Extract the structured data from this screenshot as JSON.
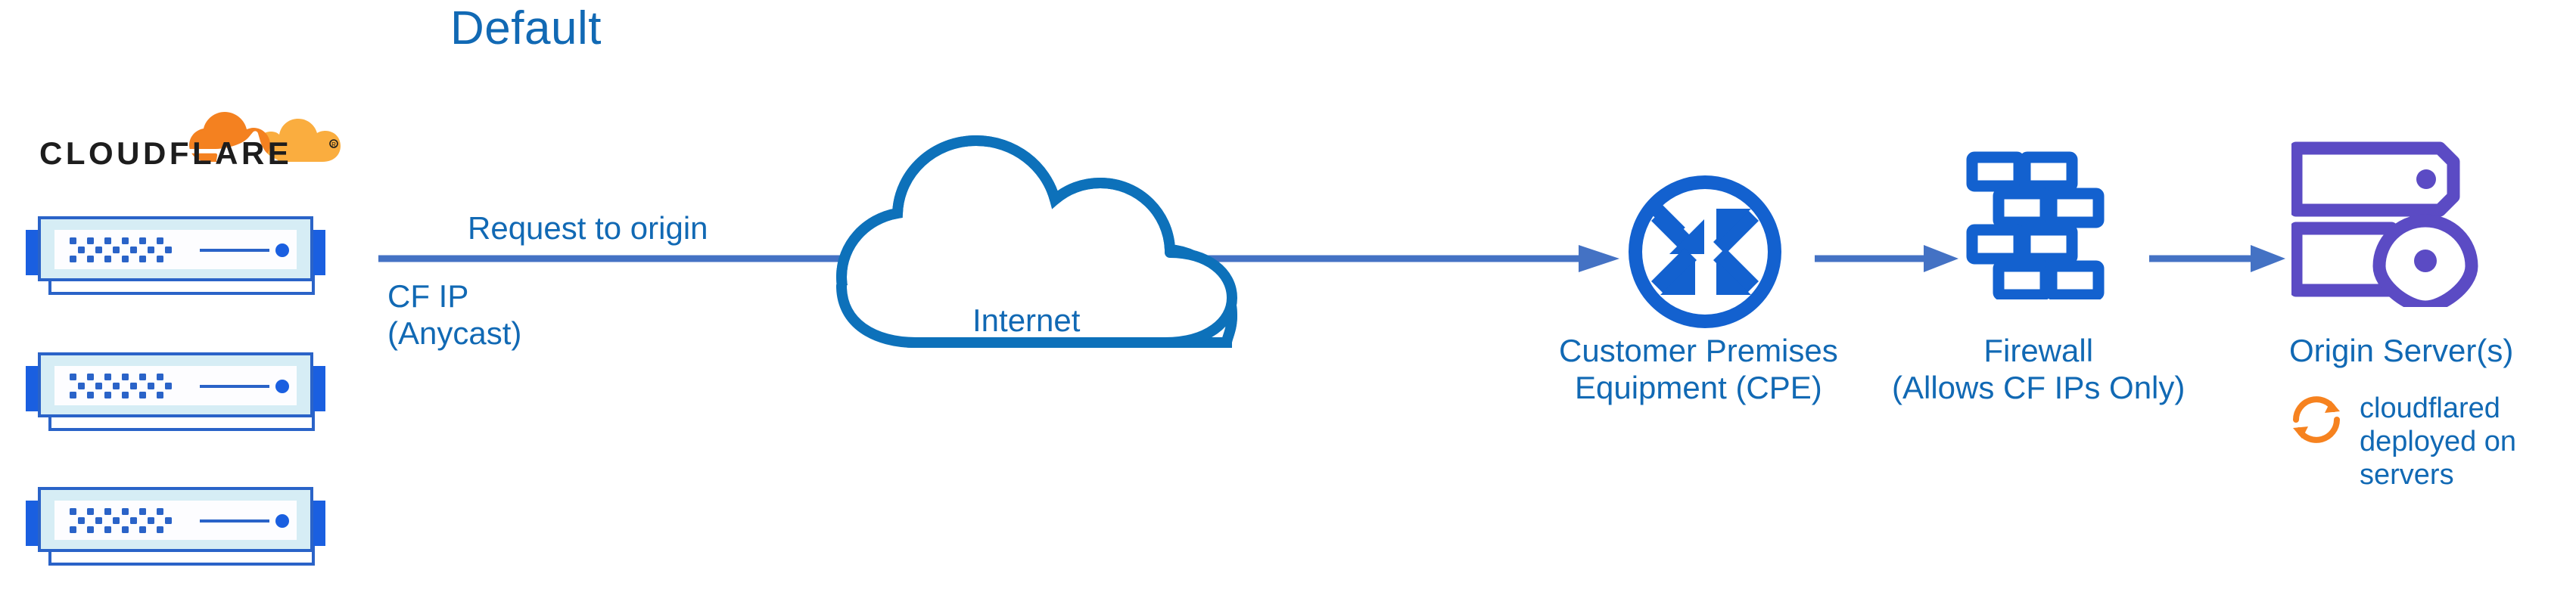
{
  "title": "Default",
  "brand": {
    "name": "CLOUDFLARE",
    "registered": "®",
    "logo_icon": "cloudflare-cloud-logo",
    "orange": "#f48120",
    "orange_light": "#faad3f",
    "wordmark_color": "#1d1d1d"
  },
  "colors": {
    "text_blue": "#1169b4",
    "arrow_blue": "#4472c4",
    "icon_blue": "#1361cf",
    "cloud_blue": "#0d71ba",
    "server_frame": "#2a63c8",
    "server_band": "#d6edf5",
    "server_tab": "#1a5fe0",
    "origin_purple": "#5b4bc4",
    "cloudflared_orange": "#f6821f"
  },
  "edge": {
    "rack_count": 3,
    "rack_label": "cloudflare-edge-server",
    "racks": [
      "server-rack-1",
      "server-rack-2",
      "server-rack-3"
    ]
  },
  "labels": {
    "request_to_origin": "Request to origin",
    "cf_ip_line1": "CF IP",
    "cf_ip_line2": "(Anycast)",
    "internet": "Internet",
    "cpe_line1": "Customer Premises",
    "cpe_line2": "Equipment (CPE)",
    "firewall_line1": "Firewall",
    "firewall_line2": "(Allows CF IPs Only)",
    "origin_server": "Origin Server(s)",
    "cloudflared_line1": "cloudflared",
    "cloudflared_line2": "deployed on",
    "cloudflared_line3": "servers"
  },
  "nodes": [
    {
      "id": "cloudflare-edge",
      "icon": "server-rack-icon",
      "label": "CLOUDFLARE"
    },
    {
      "id": "internet",
      "icon": "cloud-icon",
      "label": "Internet"
    },
    {
      "id": "cpe",
      "icon": "router-arrows-circle-icon",
      "label": "Customer Premises Equipment (CPE)"
    },
    {
      "id": "firewall",
      "icon": "brick-wall-icon",
      "label": "Firewall (Allows CF IPs Only)"
    },
    {
      "id": "origin",
      "icon": "server-location-pin-icon",
      "label": "Origin Server(s)"
    }
  ],
  "connections": [
    {
      "id": "edge-to-cpe",
      "from": "cloudflare-edge",
      "to": "cpe",
      "label": "Request to origin",
      "sublabel": "CF IP (Anycast)",
      "style": "arrow-right"
    },
    {
      "id": "cpe-to-firewall",
      "from": "cpe",
      "to": "firewall",
      "label": "",
      "style": "arrow-right"
    },
    {
      "id": "firewall-to-origin",
      "from": "firewall",
      "to": "origin",
      "label": "",
      "style": "arrow-right"
    }
  ],
  "annotations": [
    {
      "id": "cloudflared-note",
      "icon": "sync-arrows-icon",
      "text": "cloudflared deployed on servers"
    }
  ]
}
